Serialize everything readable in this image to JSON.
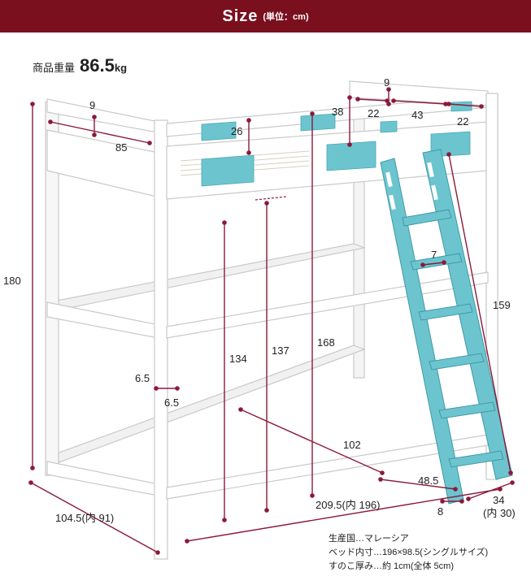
{
  "header": {
    "title": "Size",
    "unit": "(単位：cm)"
  },
  "weight": {
    "label": "商品重量",
    "value": "86.5",
    "unit": "kg"
  },
  "dimensions": {
    "total_height": "180",
    "guard_height_left": "9",
    "guard_length_left": "85",
    "panel_height": "26",
    "panel_top": "38",
    "head_guard_height": "9",
    "head_left": "22",
    "head_center": "43",
    "head_right": "22",
    "under_134": "134",
    "under_137": "137",
    "height_168": "168",
    "ladder_length": "159",
    "ladder_rung": "7",
    "post_a": "6.5",
    "post_b": "6.5",
    "inner_width": "102",
    "ladder_base": "48.5",
    "ladder_foot": "8",
    "ladder_depth": "34",
    "ladder_depth_inner": "(内 30)",
    "total_width": "104.5(内 91)",
    "total_length": "209.5(内 196)"
  },
  "specs": [
    "生産国…マレーシア",
    "ベッド内寸…196×98.5(シングルサイズ)",
    "すのこ厚み…約 1cm(全体 5cm)"
  ],
  "colors": {
    "header": "#7a0f1e",
    "accent": "#6cc4cf",
    "dimension_line": "#8b1a3a",
    "frame": "#ffffff"
  }
}
